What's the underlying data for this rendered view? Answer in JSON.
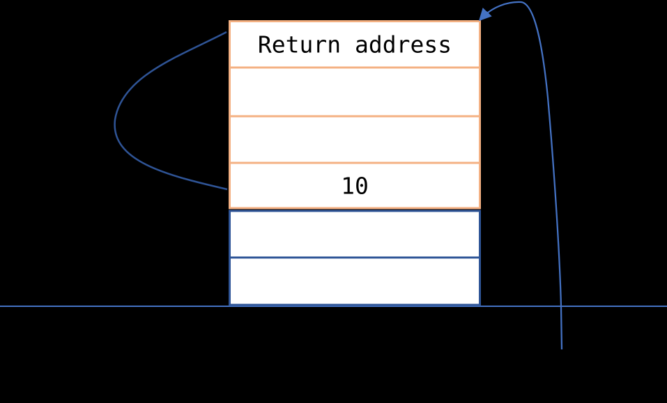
{
  "diagram": {
    "title_hint": "stack frame diagram with return arrows",
    "stack": {
      "rows": [
        {
          "label": "Return address",
          "section": "caller-frame"
        },
        {
          "label": "",
          "section": "caller-frame"
        },
        {
          "label": "",
          "section": "caller-frame"
        },
        {
          "label": "10",
          "section": "caller-frame"
        },
        {
          "label": "",
          "section": "callee-frame"
        },
        {
          "label": "",
          "section": "callee-frame"
        }
      ]
    },
    "colors": {
      "background": "#000000",
      "frame_border_orange": "#F4B183",
      "frame_border_blue": "#2F5597",
      "cell_fill": "#FFFFFF",
      "text": "#000000",
      "left_curve": "#2F5496",
      "right_curve": "#4472C4",
      "baseline": "#4472C4"
    }
  }
}
